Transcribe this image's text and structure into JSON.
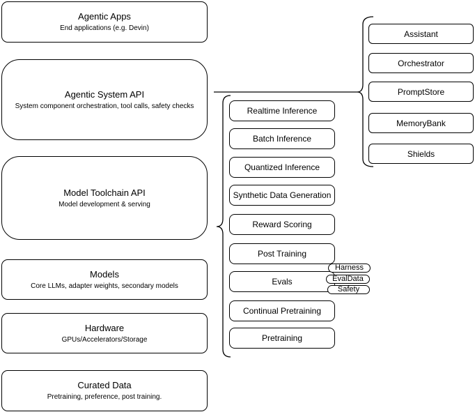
{
  "diagram": {
    "left_column": [
      {
        "title": "Agentic Apps",
        "subtitle": "End applications (e.g. Devin)"
      },
      {
        "title": "Agentic System API",
        "subtitle": "System component orchestration, tool calls, safety checks"
      },
      {
        "title": "Model Toolchain API",
        "subtitle": "Model development & serving"
      },
      {
        "title": "Models",
        "subtitle": "Core LLMs, adapter weights, secondary models"
      },
      {
        "title": "Hardware",
        "subtitle": "GPUs/Accelerators/Storage"
      },
      {
        "title": "Curated Data",
        "subtitle": "Pretraining, preference, post training."
      }
    ],
    "toolchain_services": [
      "Realtime Inference",
      "Batch Inference",
      "Quantized Inference",
      "Synthetic Data Generation",
      "Reward Scoring",
      "Post Training",
      "Evals",
      "Continual Pretraining",
      "Pretraining"
    ],
    "evals_tags": [
      "Harness",
      "EvalData",
      "Safety"
    ],
    "system_components": [
      "Assistant",
      "Orchestrator",
      "PromptStore",
      "MemoryBank",
      "Shields"
    ],
    "colors": {
      "stroke": "#000000",
      "background": "#ffffff",
      "box_fill": "#ffffff"
    }
  }
}
